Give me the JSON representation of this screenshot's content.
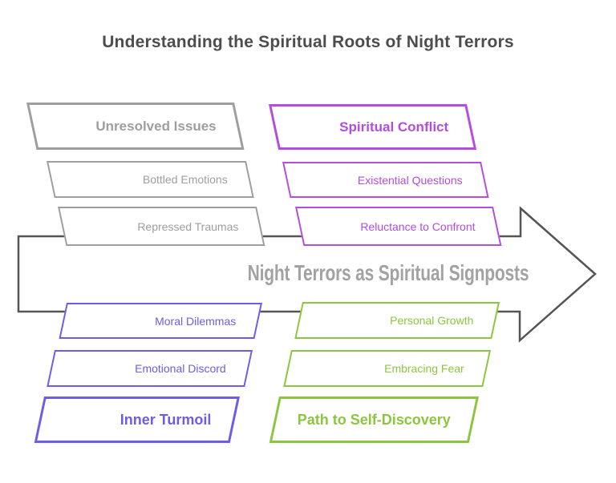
{
  "title": "Understanding the Spiritual Roots of Night Terrors",
  "center_label": "Night Terrors as Spiritual Signposts",
  "colors": {
    "gray": "#9e9e9e",
    "purple": "#b44ce0",
    "blue": "#6c5ce7",
    "green": "#8cc63f",
    "line": "#555555",
    "title_text": "#4d4d4d",
    "center_text": "#a2a2a2"
  },
  "groups": {
    "top_left": {
      "theme": "gray",
      "items": [
        {
          "label": "Unresolved Issues",
          "emphasis": true
        },
        {
          "label": "Bottled Emotions",
          "emphasis": false
        },
        {
          "label": "Repressed Traumas",
          "emphasis": false
        }
      ]
    },
    "top_right": {
      "theme": "purple",
      "items": [
        {
          "label": "Spiritual Conflict",
          "emphasis": true
        },
        {
          "label": "Existential Questions",
          "emphasis": false
        },
        {
          "label": "Reluctance to Confront",
          "emphasis": false
        }
      ]
    },
    "bottom_left": {
      "theme": "blue",
      "items": [
        {
          "label": "Moral Dilemmas",
          "emphasis": false
        },
        {
          "label": "Emotional Discord",
          "emphasis": false
        },
        {
          "label": "Inner Turmoil",
          "emphasis": true
        }
      ]
    },
    "bottom_right": {
      "theme": "green",
      "items": [
        {
          "label": "Personal Growth",
          "emphasis": false
        },
        {
          "label": "Embracing Fear",
          "emphasis": false
        },
        {
          "label": "Path to Self-Discovery",
          "emphasis": true
        }
      ]
    }
  }
}
